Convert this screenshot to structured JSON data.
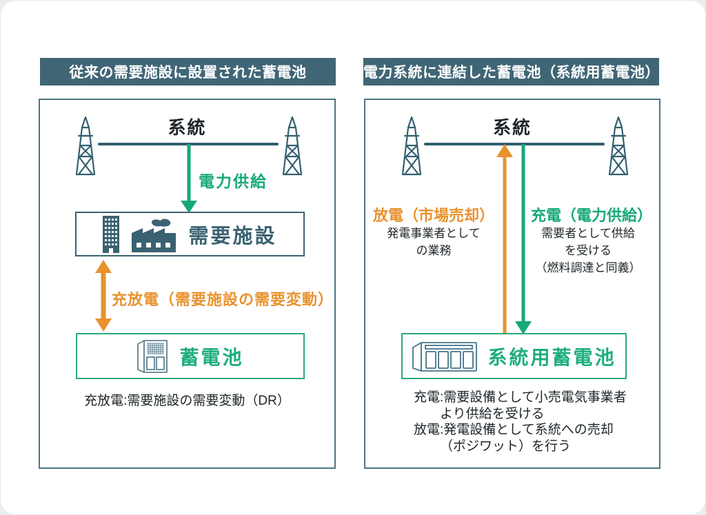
{
  "colors": {
    "header_bg": "#406676",
    "teal_dark": "#3a6271",
    "teal_line": "#2f5f6e",
    "green": "#17a878",
    "orange": "#e8922e",
    "box_green_border": "#2ca87e"
  },
  "icons": {
    "tower": "transmission-tower",
    "building": "office-building",
    "factory": "factory",
    "battery_cabinet": "battery-cabinet",
    "container_battery": "container-battery-unit",
    "supply_arrow": "arrow-down",
    "sell_arrow": "arrow-up",
    "charge_discharge_arrow": "double-headed-vertical-arrow"
  },
  "left_panel": {
    "header": "従来の需要施設に設置された蓄電池",
    "grid_label": "系統",
    "supply_arrow_label": "電力供給",
    "demand_facility_label": "需要施設",
    "charge_discharge_label": "充放電（需要施設の需要変動）",
    "battery_label": "蓄電池",
    "footnote": "充放電:需要施設の需要変動（DR）"
  },
  "right_panel": {
    "header": "電力系統に連結した蓄電池（系統用蓄電池）",
    "grid_label": "系統",
    "discharge_label": "放電（市場売却）",
    "discharge_note": [
      "発電事業者として",
      "の業務"
    ],
    "charge_label": "充電（電力供給）",
    "charge_note": [
      "需要者として供給",
      "を受ける",
      "（燃料調達と同義）"
    ],
    "battery_label": "系統用蓄電池",
    "footnote": [
      "充電:需要設備として小売電気事業者",
      "より供給を受ける",
      "放電:発電設備として系統への売却",
      "（ポジワット）を行う"
    ]
  }
}
